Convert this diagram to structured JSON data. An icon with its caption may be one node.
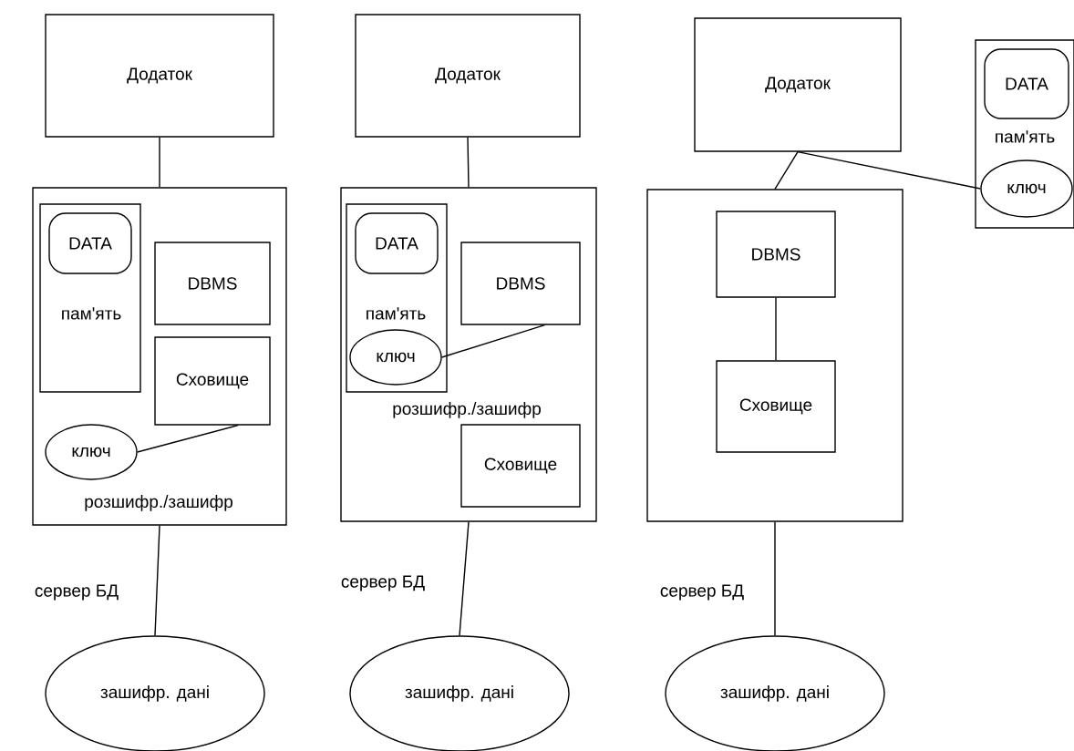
{
  "diagram": {
    "nodes": [
      {
        "text": [
          "Додаток"
        ]
      },
      {
        "text": [
          "розшифр./зашифр"
        ]
      },
      {
        "text": [
          "пам'ять"
        ],
        "in": 1
      },
      {
        "text": [
          "DATA"
        ],
        "in": 2
      },
      {
        "text": [
          "DBMS"
        ],
        "in": 1
      },
      {
        "text": [
          "Сховище"
        ],
        "in": 1
      },
      {
        "text": [
          "ключ"
        ],
        "in": 1
      },
      {
        "text": [
          "зашифр. дані"
        ]
      },
      {
        "text": [
          "Додаток"
        ]
      },
      {
        "text": [
          "розшифр./зашифр"
        ]
      },
      {
        "text": [
          "пам'ять"
        ],
        "in": 9
      },
      {
        "text": [
          "DATA"
        ],
        "in": 10
      },
      {
        "text": [
          "ключ"
        ],
        "in": 10
      },
      {
        "text": [
          "DBMS"
        ],
        "in": 9
      },
      {
        "text": [
          "Сховище"
        ],
        "in": 9
      },
      {
        "text": [
          "зашифр. дані"
        ]
      },
      {
        "text": [
          "Додаток"
        ]
      },
      {
        "text": [],
        "shape": "box"
      },
      {
        "text": [
          "DBMS"
        ],
        "in": 17
      },
      {
        "text": [
          "Сховище"
        ],
        "in": 17
      },
      {
        "text": [
          "зашифр. дані"
        ]
      },
      {
        "text": [
          "пам'ять"
        ]
      },
      {
        "text": [
          "DATA"
        ],
        "in": 21
      },
      {
        "text": [
          "ключ"
        ],
        "in": 21
      }
    ],
    "edges": [
      {
        "from": 0,
        "to": 1,
        "arrow": "none"
      },
      {
        "from": 1,
        "to": 7,
        "arrow": "none"
      },
      {
        "from": 6,
        "to": 5,
        "arrow": "none"
      },
      {
        "from": 8,
        "to": 9,
        "arrow": "none"
      },
      {
        "from": 9,
        "to": 15,
        "arrow": "none"
      },
      {
        "from": 12,
        "to": 13,
        "arrow": "none"
      },
      {
        "from": 16,
        "to": 17,
        "arrow": "none"
      },
      {
        "from": 16,
        "to": 23,
        "arrow": "none"
      },
      {
        "from": 18,
        "to": 19,
        "arrow": "none"
      },
      {
        "from": 17,
        "to": 20,
        "arrow": "none"
      }
    ],
    "labels": [
      "сервер БД",
      "сервер БД",
      "сервер БД"
    ]
  }
}
